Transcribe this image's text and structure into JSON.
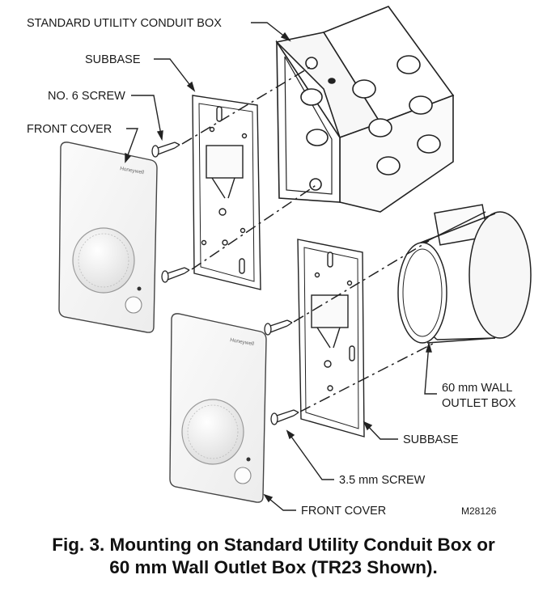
{
  "labels": {
    "conduit_box": "STANDARD UTILITY CONDUIT BOX",
    "subbase_top": "SUBBASE",
    "screw_no6": "NO. 6 SCREW",
    "front_cover_top": "FRONT COVER",
    "wall_box_line1": "60 mm WALL",
    "wall_box_line2": "OUTLET BOX",
    "subbase_bottom": "SUBBASE",
    "screw_35": "3.5 mm SCREW",
    "front_cover_bottom": "FRONT COVER",
    "drawing_code": "M28126"
  },
  "brand_mark": "Honeywell",
  "caption": {
    "line1": "Fig. 3. Mounting on Standard Utility Conduit Box or",
    "line2": "60 mm Wall Outlet Box (TR23 Shown)."
  }
}
